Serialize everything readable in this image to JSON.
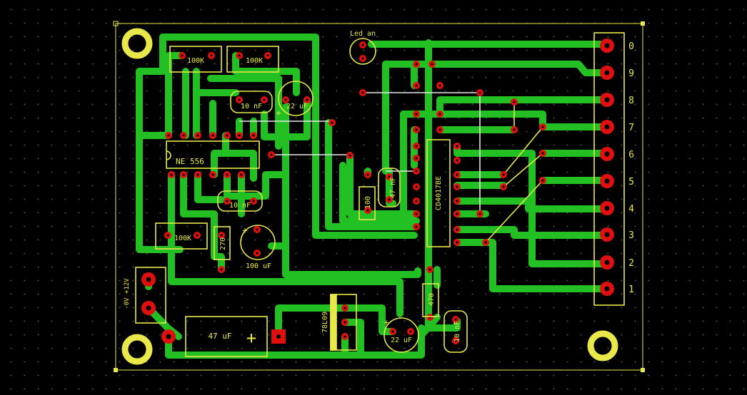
{
  "board": {
    "colors": {
      "background": "#000000",
      "grid_dot": "#4a4a4a",
      "copper": "#22c022",
      "pad": "#e01010",
      "silkscreen": "#e8e84a",
      "jumper": "#e8e8e8",
      "hole": "#000000"
    }
  },
  "components": {
    "ic555": {
      "label": "NE 556"
    },
    "decade_counter": {
      "label": "CD4017BE"
    },
    "regulator": {
      "label": "78L09"
    },
    "r1": {
      "label": "100K"
    },
    "r2": {
      "label": "100K"
    },
    "r3": {
      "label": "100K"
    },
    "r4": {
      "label": "270"
    },
    "r5": {
      "label": "100"
    },
    "r6": {
      "label": "470"
    },
    "c1": {
      "label": "10 nF"
    },
    "c2": {
      "label": "22 uF"
    },
    "c3": {
      "label": "10 nF"
    },
    "c4": {
      "label": "100 uF"
    },
    "c5": {
      "label": "47 nF"
    },
    "c6": {
      "label": "47 uF"
    },
    "c7": {
      "label": "22 uF"
    },
    "c8": {
      "label": "10 nF"
    },
    "led": {
      "label": "Led an"
    },
    "power": {
      "label": "-0V +12V"
    },
    "plus_sign": "+"
  },
  "connector": {
    "pins": [
      "0",
      "9",
      "8",
      "7",
      "6",
      "5",
      "4",
      "3",
      "2",
      "1"
    ]
  }
}
